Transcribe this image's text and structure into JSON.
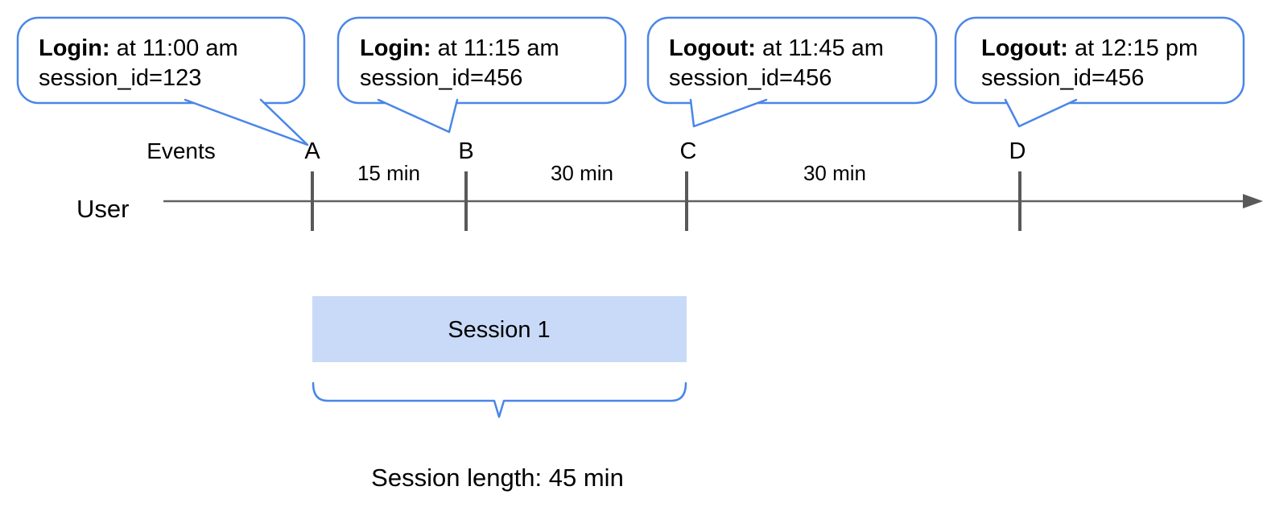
{
  "events": [
    {
      "label": "A",
      "action": "Login:",
      "detail": " at 11:00 am",
      "session": "session_id=123"
    },
    {
      "label": "B",
      "action": "Login:",
      "detail": " at 11:15 am",
      "session": "session_id=456"
    },
    {
      "label": "C",
      "action": "Logout:",
      "detail": " at 11:45 am",
      "session": "session_id=456"
    },
    {
      "label": "D",
      "action": "Logout:",
      "detail": " at 12:15 pm",
      "session": "session_id=456"
    }
  ],
  "timeline": {
    "axis_label": "User",
    "events_caption": "Events",
    "intervals": [
      "15 min",
      "30 min",
      "30 min"
    ]
  },
  "session": {
    "title": "Session 1",
    "length_label": "Session length: 45 min"
  },
  "colors": {
    "bubble_border_blue": "#4a86e8",
    "session_fill_blue": "#c9daf8",
    "timeline_gray": "#595959",
    "text_black": "#000000"
  }
}
